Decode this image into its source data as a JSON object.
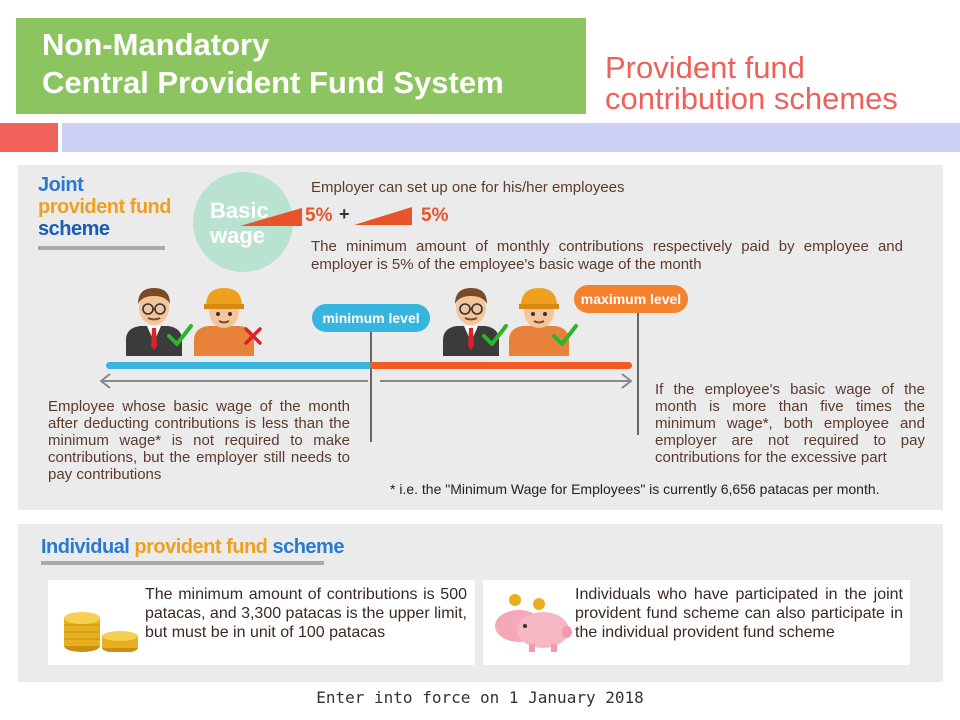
{
  "header": {
    "title_line1": "Non-Mandatory",
    "title_line2": "Central Provident Fund System",
    "subtitle_line1": "Provident fund",
    "subtitle_line2": "contribution schemes"
  },
  "joint": {
    "title_line1": "Joint",
    "title_line2": "provident fund",
    "title_line3": "scheme",
    "basic_wage_line1": "Basic",
    "basic_wage_line2": "wage",
    "employee_pct": "5%",
    "plus": "+",
    "employer_pct": "5%",
    "employer_setup": "Employer can set up one for his/her employees",
    "min_contribution": "The minimum amount of monthly contributions respectively paid by employee and employer is 5% of the employee's basic wage of the month",
    "minimum_level": "minimum level",
    "maximum_level": "maximum level",
    "below_min_desc": "Employee whose basic wage of the month after deducting contributions is less than the minimum wage* is not required to make contributions, but the employer still needs to pay contributions",
    "above_max_desc": "If the employee's basic wage of the month is more than five times the minimum wage*, both employee and employer are not required to pay contributions for the excessive part",
    "footnote": "* i.e. the \"Minimum Wage for Employees\" is currently 6,656 patacas per month."
  },
  "individual": {
    "title_part1": "Individual",
    "title_part2": "provident fund",
    "title_part3": "scheme",
    "card1_text": "The minimum amount of contributions is 500 patacas, and 3,300 patacas is the upper limit, but must be in unit of 100 patacas",
    "card2_text": "Individuals who have participated in the joint provident fund scheme can also participate in the individual provident fund scheme"
  },
  "footer": {
    "effective": "Enter into force on 1 January 2018"
  },
  "colors": {
    "title_bg": "#8cc560",
    "subtitle": "#f0605a",
    "min_level": "#35b5df",
    "max_level": "#f6822e",
    "orange_bar": "#f25a24"
  },
  "icons": [
    "employer-icon",
    "worker-icon",
    "check-icon",
    "cross-icon",
    "gold-coins-icon",
    "piggy-bank-icon"
  ]
}
